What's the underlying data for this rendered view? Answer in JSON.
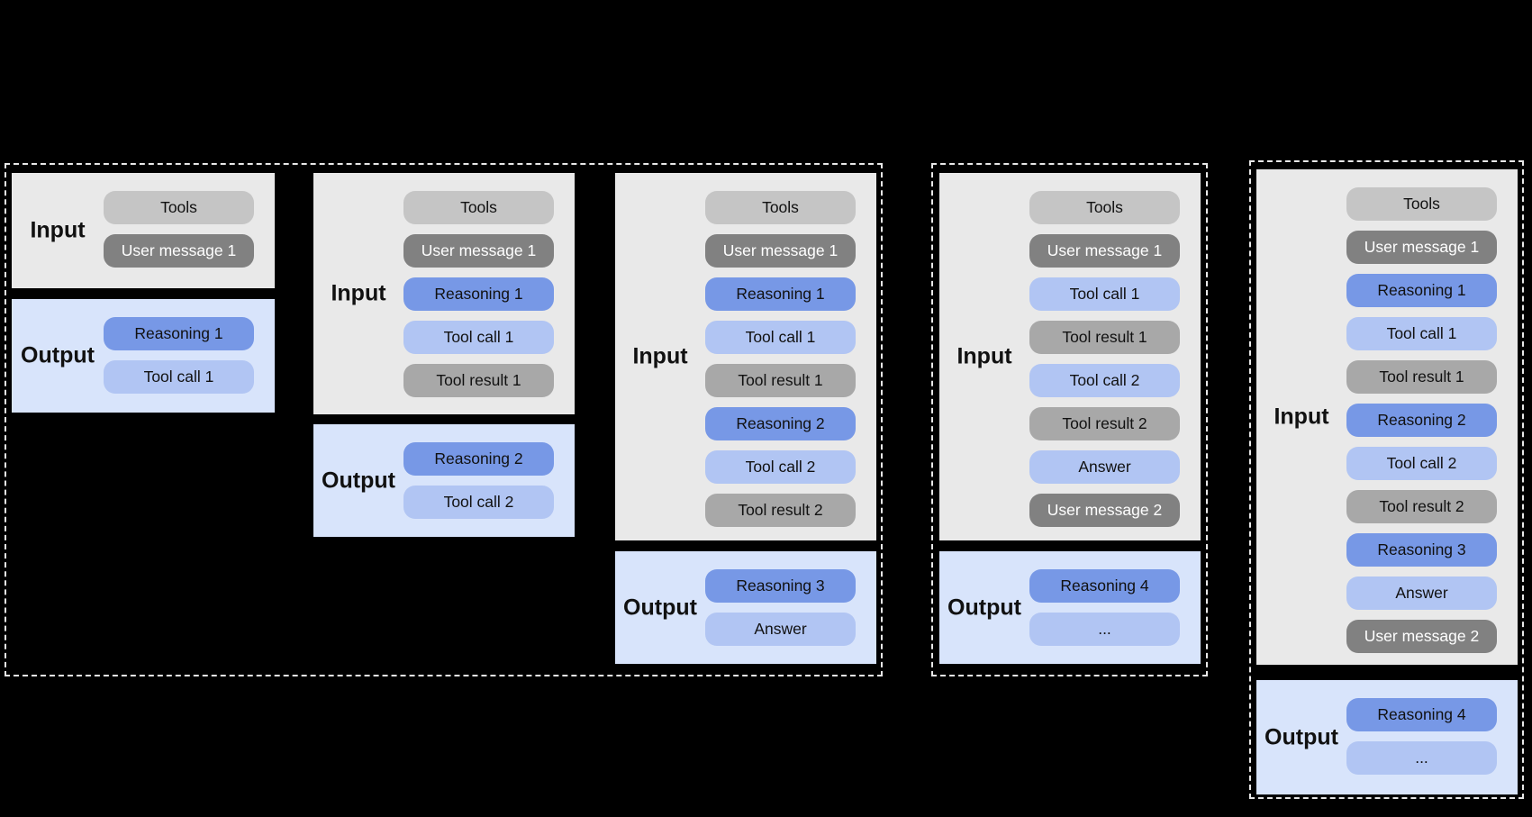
{
  "background": "#000000",
  "border_color": "#e8e8e8",
  "labels": {
    "input": "Input",
    "output": "Output"
  },
  "box_colors": {
    "input_bg": "#e9e9e9",
    "output_bg": "#d8e4fb"
  },
  "kind_colors": {
    "tools": {
      "bg": "#c5c5c5",
      "text": "#111111"
    },
    "user-message": {
      "bg": "#818181",
      "text": "#ffffff"
    },
    "reasoning": {
      "bg": "#7798e6",
      "text": "#111111"
    },
    "tool-call": {
      "bg": "#b1c5f3",
      "text": "#111111"
    },
    "tool-result": {
      "bg": "#a8a8a8",
      "text": "#111111"
    },
    "answer": {
      "bg": "#b1c5f3",
      "text": "#111111"
    },
    "ellipsis": {
      "bg": "#b1c5f3",
      "text": "#111111"
    }
  },
  "groups": [
    {
      "panels": [
        {
          "input": [
            {
              "text": "Tools",
              "kind": "tools"
            },
            {
              "text": "User message 1",
              "kind": "user-message"
            }
          ],
          "output": [
            {
              "text": "Reasoning 1",
              "kind": "reasoning"
            },
            {
              "text": "Tool call 1",
              "kind": "tool-call"
            }
          ]
        },
        {
          "input": [
            {
              "text": "Tools",
              "kind": "tools"
            },
            {
              "text": "User message 1",
              "kind": "user-message"
            },
            {
              "text": "Reasoning 1",
              "kind": "reasoning"
            },
            {
              "text": "Tool call 1",
              "kind": "tool-call"
            },
            {
              "text": "Tool result 1",
              "kind": "tool-result"
            }
          ],
          "output": [
            {
              "text": "Reasoning 2",
              "kind": "reasoning"
            },
            {
              "text": "Tool call 2",
              "kind": "tool-call"
            }
          ]
        },
        {
          "input": [
            {
              "text": "Tools",
              "kind": "tools"
            },
            {
              "text": "User message 1",
              "kind": "user-message"
            },
            {
              "text": "Reasoning 1",
              "kind": "reasoning"
            },
            {
              "text": "Tool call 1",
              "kind": "tool-call"
            },
            {
              "text": "Tool result 1",
              "kind": "tool-result"
            },
            {
              "text": "Reasoning 2",
              "kind": "reasoning"
            },
            {
              "text": "Tool call 2",
              "kind": "tool-call"
            },
            {
              "text": "Tool result 2",
              "kind": "tool-result"
            }
          ],
          "output": [
            {
              "text": "Reasoning 3",
              "kind": "reasoning"
            },
            {
              "text": "Answer",
              "kind": "answer"
            }
          ]
        }
      ]
    },
    {
      "panels": [
        {
          "input": [
            {
              "text": "Tools",
              "kind": "tools"
            },
            {
              "text": "User message 1",
              "kind": "user-message"
            },
            {
              "text": "Tool call 1",
              "kind": "tool-call"
            },
            {
              "text": "Tool result 1",
              "kind": "tool-result"
            },
            {
              "text": "Tool call 2",
              "kind": "tool-call"
            },
            {
              "text": "Tool result 2",
              "kind": "tool-result"
            },
            {
              "text": "Answer",
              "kind": "answer"
            },
            {
              "text": "User message 2",
              "kind": "user-message"
            }
          ],
          "output": [
            {
              "text": "Reasoning 4",
              "kind": "reasoning"
            },
            {
              "text": "...",
              "kind": "ellipsis"
            }
          ]
        }
      ]
    },
    {
      "panels": [
        {
          "input": [
            {
              "text": "Tools",
              "kind": "tools"
            },
            {
              "text": "User message 1",
              "kind": "user-message"
            },
            {
              "text": "Reasoning 1",
              "kind": "reasoning"
            },
            {
              "text": "Tool call 1",
              "kind": "tool-call"
            },
            {
              "text": "Tool result 1",
              "kind": "tool-result"
            },
            {
              "text": "Reasoning 2",
              "kind": "reasoning"
            },
            {
              "text": "Tool call 2",
              "kind": "tool-call"
            },
            {
              "text": "Tool result 2",
              "kind": "tool-result"
            },
            {
              "text": "Reasoning 3",
              "kind": "reasoning"
            },
            {
              "text": "Answer",
              "kind": "answer"
            },
            {
              "text": "User message 2",
              "kind": "user-message"
            }
          ],
          "output": [
            {
              "text": "Reasoning 4",
              "kind": "reasoning"
            },
            {
              "text": "...",
              "kind": "ellipsis"
            }
          ]
        }
      ]
    }
  ]
}
